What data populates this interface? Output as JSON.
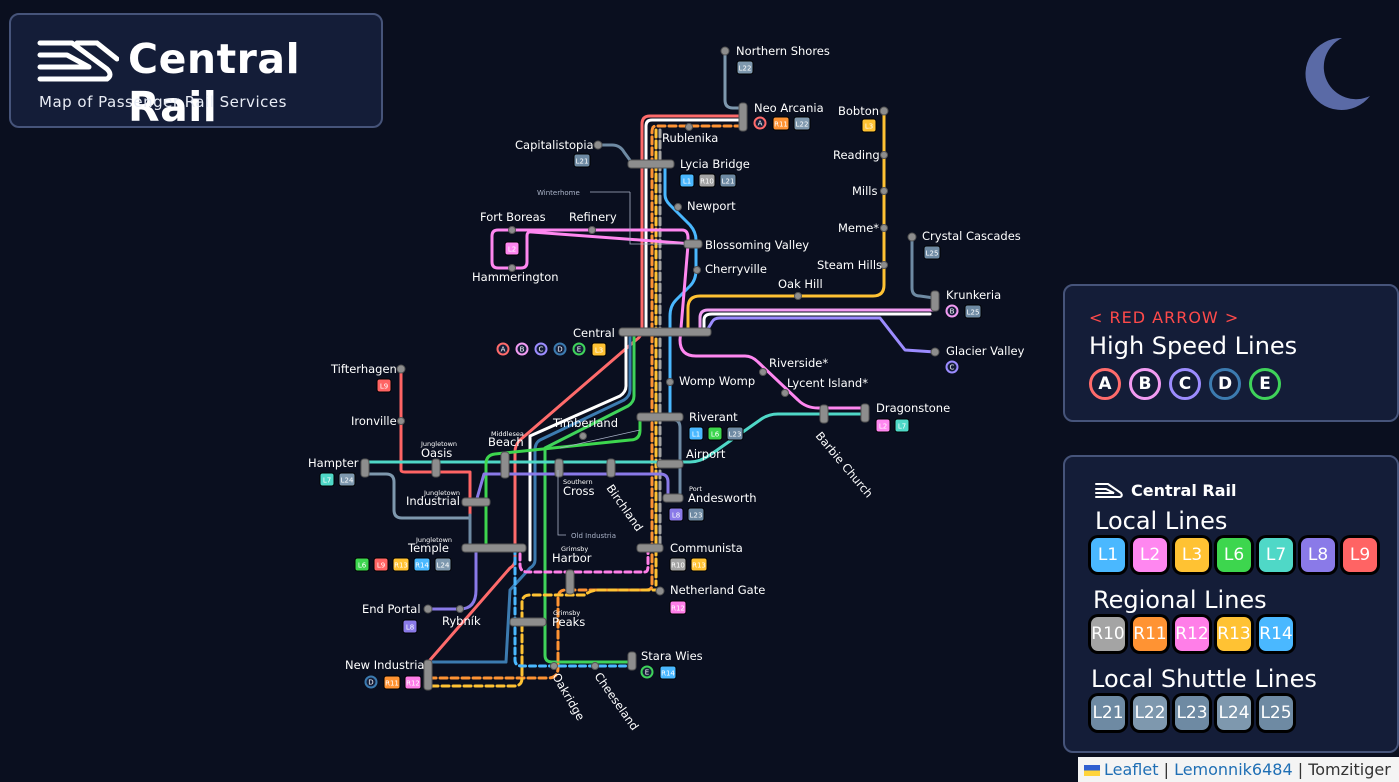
{
  "header": {
    "title": "Central Rail",
    "subtitle": "Map of Passenger Rail Services"
  },
  "theme": {
    "background": "#0a0f1f",
    "panel": "#141d38",
    "panel_border": "#46547a",
    "moon": "#5a6aa6"
  },
  "high_speed": {
    "brand": "RED ARROW",
    "brand_prefix": "<",
    "brand_suffix": ">",
    "heading": "High Speed Lines",
    "lines": [
      {
        "label": "A",
        "color": "#ff6b6b"
      },
      {
        "label": "B",
        "color": "#f29bf2"
      },
      {
        "label": "C",
        "color": "#9c8cff"
      },
      {
        "label": "D",
        "color": "#3c7bb0"
      },
      {
        "label": "E",
        "color": "#3fd35a"
      }
    ]
  },
  "legend": {
    "brand": "Central Rail",
    "local_title": "Local Lines",
    "local": [
      {
        "label": "L1",
        "color": "#4ab8ff"
      },
      {
        "label": "L2",
        "color": "#ff87f0"
      },
      {
        "label": "L3",
        "color": "#ffc233"
      },
      {
        "label": "L6",
        "color": "#3dd64e"
      },
      {
        "label": "L7",
        "color": "#4fd8c7"
      },
      {
        "label": "L8",
        "color": "#8a7ae8"
      },
      {
        "label": "L9",
        "color": "#ff6464"
      }
    ],
    "regional_title": "Regional Lines",
    "regional": [
      {
        "label": "R10",
        "color": "#a4a4a4"
      },
      {
        "label": "R11",
        "color": "#ff9333"
      },
      {
        "label": "R12",
        "color": "#ff7ee8"
      },
      {
        "label": "R13",
        "color": "#ffc233"
      },
      {
        "label": "R14",
        "color": "#4ab8ff"
      }
    ],
    "shuttle_title": "Local Shuttle Lines",
    "shuttle": [
      {
        "label": "L21",
        "color": "#6e8aa3"
      },
      {
        "label": "L22",
        "color": "#7e98ae"
      },
      {
        "label": "L23",
        "color": "#6e8aa3"
      },
      {
        "label": "L24",
        "color": "#7e98ae"
      },
      {
        "label": "L25",
        "color": "#6e8aa3"
      }
    ]
  },
  "stations": [
    {
      "name": "Northern Shores",
      "badges": [
        "L22"
      ]
    },
    {
      "name": "Neo Arcania",
      "badges": [
        "A",
        "R11",
        "L22"
      ]
    },
    {
      "name": "Rublenika",
      "badges": []
    },
    {
      "name": "Bobton",
      "badges": [
        "L3"
      ]
    },
    {
      "name": "Capitalistopia",
      "badges": [
        "L21"
      ]
    },
    {
      "name": "Lycia Bridge",
      "badges": [
        "L1",
        "R10",
        "L21"
      ]
    },
    {
      "name": "Reading",
      "badges": []
    },
    {
      "name": "Mills",
      "badges": []
    },
    {
      "name": "Winterhome",
      "badges": []
    },
    {
      "name": "Newport",
      "badges": []
    },
    {
      "name": "Fort Boreas",
      "badges": [
        "L2"
      ]
    },
    {
      "name": "Refinery",
      "badges": []
    },
    {
      "name": "Meme*",
      "badges": []
    },
    {
      "name": "Crystal Cascades",
      "badges": [
        "L25"
      ]
    },
    {
      "name": "Blossoming Valley",
      "badges": []
    },
    {
      "name": "Hammerington",
      "badges": []
    },
    {
      "name": "Cherryville",
      "badges": []
    },
    {
      "name": "Steam Hills",
      "badges": []
    },
    {
      "name": "Oak Hill",
      "badges": []
    },
    {
      "name": "Krunkeria",
      "badges": [
        "B",
        "L25"
      ]
    },
    {
      "name": "Central",
      "badges": [
        "A",
        "B",
        "C",
        "D",
        "E",
        "L3"
      ]
    },
    {
      "name": "Glacier Valley",
      "badges": [
        "C"
      ]
    },
    {
      "name": "Riverside*",
      "badges": []
    },
    {
      "name": "Tifterhagen",
      "badges": [
        "L9"
      ]
    },
    {
      "name": "Womp Womp",
      "badges": []
    },
    {
      "name": "Lycent Island*",
      "badges": []
    },
    {
      "name": "Dragonstone",
      "badges": [
        "L2",
        "L7"
      ]
    },
    {
      "name": "Ironville",
      "badges": []
    },
    {
      "name": "Timberland",
      "badges": []
    },
    {
      "name": "Riverant",
      "badges": [
        "L1",
        "L6",
        "L23"
      ]
    },
    {
      "name": "Beach",
      "prefix": "Middlesea",
      "badges": []
    },
    {
      "name": "Oasis",
      "prefix": "Jungletown",
      "badges": []
    },
    {
      "name": "Airport",
      "badges": []
    },
    {
      "name": "Barbie Church",
      "badges": []
    },
    {
      "name": "Hampter",
      "badges": [
        "L7",
        "L24"
      ]
    },
    {
      "name": "Cross",
      "prefix": "Southern",
      "badges": []
    },
    {
      "name": "Birchland",
      "badges": []
    },
    {
      "name": "Andesworth",
      "prefix": "Port",
      "badges": [
        "L8",
        "L23"
      ]
    },
    {
      "name": "Industrial",
      "prefix": "Jungletown",
      "badges": []
    },
    {
      "name": "Old Industria",
      "badges": []
    },
    {
      "name": "Temple",
      "prefix": "Jungletown",
      "badges": [
        "L6",
        "L9",
        "R13",
        "R14",
        "L24"
      ]
    },
    {
      "name": "Harbor",
      "prefix": "Grimsby",
      "badges": []
    },
    {
      "name": "Communista",
      "badges": [
        "R10",
        "R13"
      ]
    },
    {
      "name": "Netherland Gate",
      "badges": [
        "R12"
      ]
    },
    {
      "name": "End Portal",
      "badges": [
        "L8"
      ]
    },
    {
      "name": "Rybník",
      "badges": []
    },
    {
      "name": "Peaks",
      "prefix": "Grimsby",
      "badges": []
    },
    {
      "name": "Stara Wies",
      "badges": [
        "E",
        "R14"
      ]
    },
    {
      "name": "New Industria",
      "badges": [
        "D",
        "R11",
        "R12"
      ]
    },
    {
      "name": "Oakridge",
      "badges": []
    },
    {
      "name": "Cheeseland",
      "badges": []
    }
  ],
  "attribution": {
    "flag": "ukraine-flag",
    "leaflet": "Leaflet",
    "sep1": "|",
    "author": "Lemonnik6484",
    "sep2": "|",
    "credit": "Tomzitiger"
  }
}
